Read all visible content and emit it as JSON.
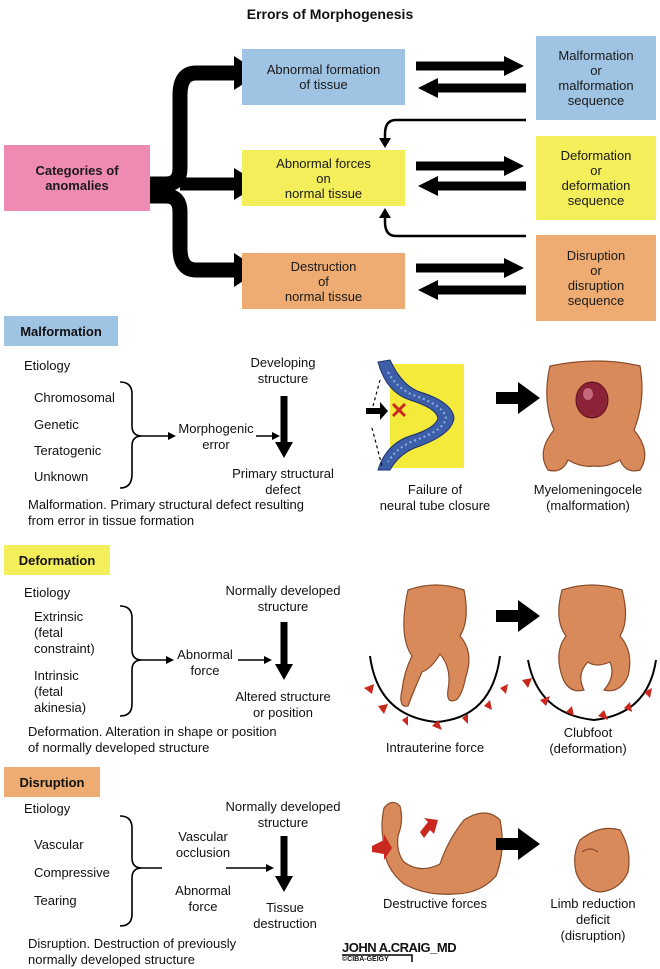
{
  "title": "Errors of Morphogenesis",
  "categories": "Categories of\nanomalies",
  "errors": {
    "formation": "Abnormal formation\nof tissue",
    "forces": "Abnormal forces\non\nnormal tissue",
    "destruction": "Destruction\nof\nnormal tissue"
  },
  "outcomes": {
    "malformation": "Malformation\nor\nmalformation\nsequence",
    "deformation": "Deformation\nor\ndeformation\nsequence",
    "disruption": "Disruption\nor\ndisruption\nsequence"
  },
  "malformation": {
    "heading": "Malformation",
    "etiology": "Etiology",
    "causes": [
      "Chromosomal",
      "Genetic",
      "Teratogenic",
      "Unknown"
    ],
    "mid": "Morphogenic\nerror",
    "top": "Developing\nstructure",
    "bottom": "Primary structural\ndefect",
    "caption": "Malformation. Primary structural defect resulting\nfrom error in tissue formation",
    "fig1": "Failure of\nneural tube closure",
    "fig2": "Myelomeningocele\n(malformation)"
  },
  "deformation": {
    "heading": "Deformation",
    "etiology": "Etiology",
    "causes": [
      "Extrinsic\n(fetal\nconstraint)",
      "Intrinsic\n(fetal\nakinesia)"
    ],
    "mid": "Abnormal\nforce",
    "top": "Normally developed\nstructure",
    "bottom": "Altered structure\nor position",
    "caption": "Deformation. Alteration in shape or position\nof normally developed structure",
    "fig1": "Intrauterine force",
    "fig2": "Clubfoot\n(deformation)"
  },
  "disruption": {
    "heading": "Disruption",
    "etiology": "Etiology",
    "causes": [
      "Vascular",
      "Compressive",
      "Tearing"
    ],
    "mid1": "Vascular\nocclusion",
    "mid2": "Abnormal\nforce",
    "top": "Normally developed\nstructure",
    "bottom": "Tissue\ndestruction",
    "caption": "Disruption. Destruction of previously\nnormally developed structure",
    "fig1": "Destructive forces",
    "fig2": "Limb reduction\ndeficit\n(disruption)"
  },
  "signature": "JOHN A.CRAIG_MD",
  "copyright": "©CIBA-GEIGY",
  "colors": {
    "blue": "#9fc3e3",
    "yellow": "#f4ee5a",
    "orange": "#eeac72",
    "pink": "#ef8ab2",
    "red": "#c8281e",
    "skin": "#d98a5a"
  }
}
